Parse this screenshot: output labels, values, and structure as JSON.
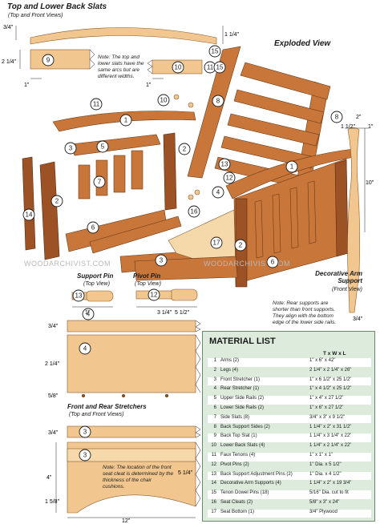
{
  "headings": {
    "top_lower_back_slats": "Top and Lower Back Slats",
    "top_lower_back_slats_sub": "(Top and Front Views)",
    "exploded_view": "Exploded View",
    "support_pin": "Support Pin",
    "support_pin_sub": "(Top View)",
    "pivot_pin": "Pivot Pin",
    "pivot_pin_sub": "(Top View)",
    "decorative_arm_support": "Decorative Arm Support",
    "decorative_arm_support_sub": "(Front View)",
    "front_rear_stretchers": "Front and Rear Stretchers",
    "front_rear_stretchers_sub": "(Top and Front Views)"
  },
  "notes": {
    "slats_note": "Note: The top and lower slats have the same arcs but are different widths.",
    "rear_support_note": "Note: Rear supports are shorter than front supports. They align with the bottom edge of the lower side rails.",
    "front_stretcher_note": "Note: The location of the front seat cleat is determined by the thickness of the chair cushions."
  },
  "watermark": "WOODARCHIVIST.COM",
  "callouts": {
    "c9": "9",
    "c10a": "10",
    "c15a": "15",
    "c11a": "11",
    "c11b": "11",
    "c10b": "10",
    "c1": "1",
    "c5": "5",
    "c7": "7",
    "c3a": "3",
    "c2a": "2",
    "c8a": "8",
    "c8b": "8",
    "c14": "14",
    "c2b": "2",
    "c6a": "6",
    "c16": "16",
    "c4": "4",
    "c17": "17",
    "c3b": "3",
    "c6b": "6",
    "c13a": "13",
    "c12a": "12",
    "c13b": "13",
    "c12b": "12",
    "c15b": "15",
    "c4b": "4",
    "c3c": "3",
    "c4c": "4",
    "c3d": "3",
    "c2c": "2",
    "c1b": "1"
  },
  "dimensions": {
    "slat_thick": "3/4\"",
    "slat_rise": "1 1/4\"",
    "slat_2_1_4": "2 1/4\"",
    "slat_1": "1\"",
    "slat_1_b": "1\"",
    "support_1_1_2": "1 1/2\"",
    "support_2": "2\"",
    "support_1": "1\"",
    "support_10": "10\"",
    "support_3_4": "3/4\"",
    "pin_1": "1\"",
    "pin_3_1_4": "3 1/4\"",
    "pin_5_1_2": "5 1/2\"",
    "str_3_4": "3/4\"",
    "str_2_1_4": "2 1/4\"",
    "str_5_8": "5/8\"",
    "str_3_4b": "3/4\"",
    "str_4": "4\"",
    "str_5_1_4": "5 1/4\"",
    "str_1_5_8": "1 5/8\"",
    "str_12": "12\""
  },
  "material_list": {
    "title": "MATERIAL LIST",
    "header": "T x W x L",
    "items": [
      {
        "num": "1",
        "name": "Arms (2)",
        "size": "1\" x 6\" x 42\""
      },
      {
        "num": "2",
        "name": "Legs (4)",
        "size": "2 1/4\" x 2 1/4\" x 26\""
      },
      {
        "num": "3",
        "name": "Front Stretcher (1)",
        "size": "1\" x 6 1/2\" x 25 1/2\""
      },
      {
        "num": "4",
        "name": "Rear Stretcher (1)",
        "size": "1\" x 4 1/2\" x 25 1/2\""
      },
      {
        "num": "5",
        "name": "Upper Side Rails (2)",
        "size": "1\" x 4\" x 27 1/2\""
      },
      {
        "num": "6",
        "name": "Lower Side Rails (2)",
        "size": "1\" x 6\" x 27 1/2\""
      },
      {
        "num": "7",
        "name": "Side Slats (8)",
        "size": "3/4\" x 3\" x 9 1/2\""
      },
      {
        "num": "8",
        "name": "Back Support Sides (2)",
        "size": "1 1/4\" x 2\" x 31 1/2\""
      },
      {
        "num": "9",
        "name": "Back Top Slat (1)",
        "size": "1 1/4\" x 3 1/4\" x 22\""
      },
      {
        "num": "10",
        "name": "Lower Back Slats (4)",
        "size": "1 1/4\" x 2 1/4\" x 22\""
      },
      {
        "num": "11",
        "name": "Faux Tenons (4)",
        "size": "1\" x 1\" x 1\""
      },
      {
        "num": "12",
        "name": "Pivot Pins (2)",
        "size": "1\" Dia. x 5 1/2\""
      },
      {
        "num": "13",
        "name": "Back Support Adjustment Pins (2)",
        "size": "1\" Dia. x 4 1/2\""
      },
      {
        "num": "14",
        "name": "Decorative Arm Supports (4)",
        "size": "1 1/4\" x 2\" x 19 3/4\""
      },
      {
        "num": "15",
        "name": "Tenon Dowel Pins (18)",
        "size": "5/16\" Dia. cut to fit"
      },
      {
        "num": "16",
        "name": "Seat Cleats (2)",
        "size": "5/8\" x 3\" x 24\""
      },
      {
        "num": "17",
        "name": "Seat Bottom (1)",
        "size": "3/4\" Plywood"
      }
    ]
  }
}
